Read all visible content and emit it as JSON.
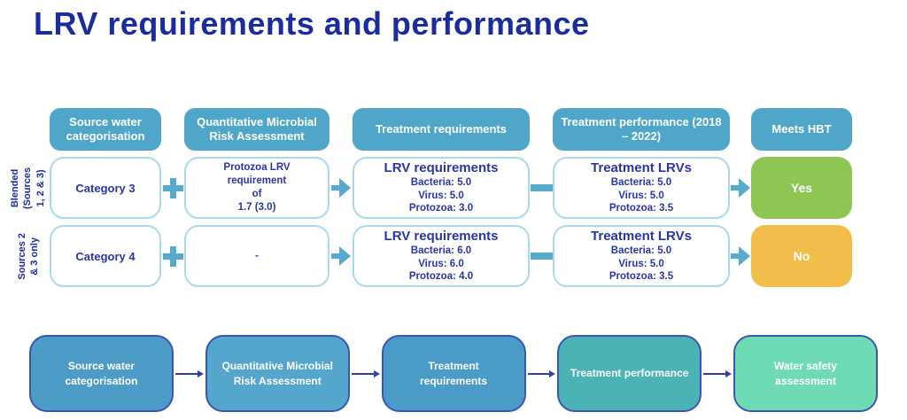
{
  "page": {
    "title": "LRV requirements and performance"
  },
  "colors": {
    "title_text": "#1b2c9e",
    "header_bg": "#4fa6c9",
    "info_box_border": "#a9d9ec",
    "info_box_text": "#2a35a8",
    "connector_teal": "#57a9cd",
    "meets_yes": "#8dc653",
    "meets_no": "#f1bd4b",
    "flow_border": "#3a56b0",
    "flow_arrow": "#2e3fa8"
  },
  "icons": {
    "plus_icon": "+",
    "arrow_right_icon": "→",
    "minus_icon": "–"
  },
  "matrix": {
    "headers": [
      "Source water categorisation",
      "Quantitative Microbial Risk Assessment",
      "Treatment requirements",
      "Treatment performance (2018 – 2022)",
      "Meets HBT"
    ],
    "rows": [
      {
        "group_label_lines": [
          "Blended",
          "(Sources",
          "1, 2 & 3)"
        ],
        "category": "Category 3",
        "qmra_lines": [
          "Protozoa LRV requirement",
          "of",
          "1.7 (3.0)"
        ],
        "requirements": {
          "title": "LRV requirements",
          "lines": [
            "Bacteria: 5.0",
            "Virus: 5.0",
            "Protozoa: 3.0"
          ]
        },
        "performance": {
          "title": "Treatment LRVs",
          "lines": [
            "Bacteria: 5.0",
            "Virus: 5.0",
            "Protozoa: 3.5"
          ]
        },
        "meets_hbt": "Yes",
        "meets_color": "#8dc653"
      },
      {
        "group_label_lines": [
          "Sources 2",
          "& 3 only"
        ],
        "category": "Category 4",
        "qmra_lines": [
          "-"
        ],
        "requirements": {
          "title": "LRV requirements",
          "lines": [
            "Bacteria: 6.0",
            "Virus: 6.0",
            "Protozoa: 4.0"
          ]
        },
        "performance": {
          "title": "Treatment LRVs",
          "lines": [
            "Bacteria: 5.0",
            "Virus: 5.0",
            "Protozoa: 3.5"
          ]
        },
        "meets_hbt": "No",
        "meets_color": "#f1bd4b"
      }
    ]
  },
  "process_flow": {
    "steps": [
      {
        "label": "Source water categorisation",
        "fill": "#4c9cc7"
      },
      {
        "label": "Quantitative Microbial Risk Assessment",
        "fill": "#55a6cd"
      },
      {
        "label": "Treatment requirements",
        "fill": "#4a9bc8"
      },
      {
        "label": "Treatment performance",
        "fill": "#4bb2b5"
      },
      {
        "label": "Water safety assessment",
        "fill": "#6fdbb4"
      }
    ]
  }
}
